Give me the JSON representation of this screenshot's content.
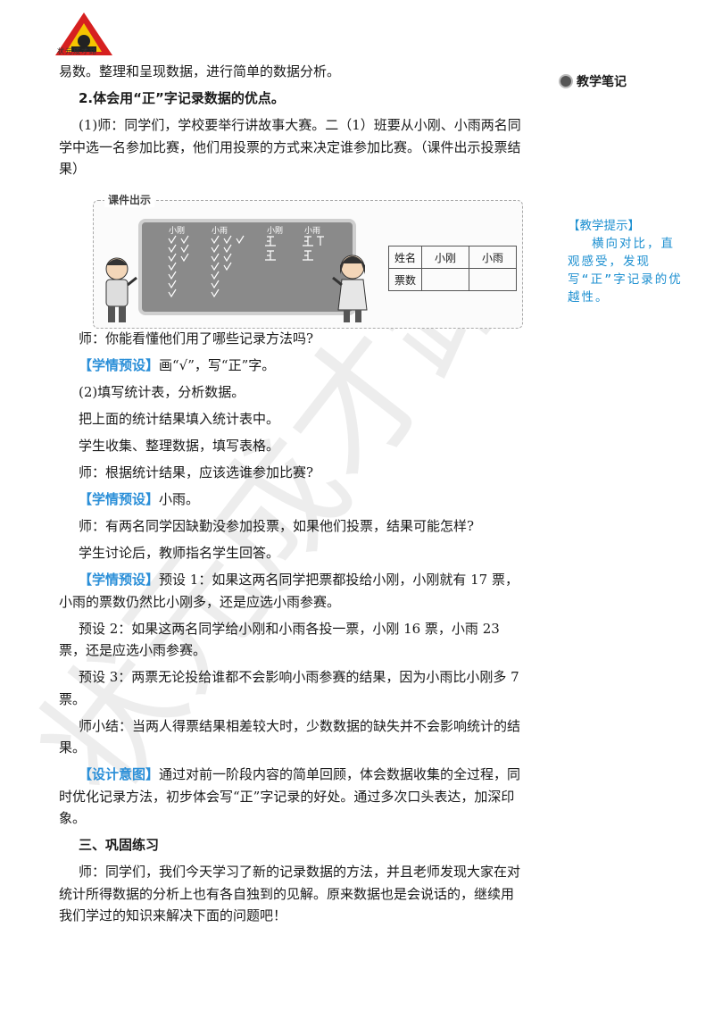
{
  "logo": {
    "text": "状元成才路"
  },
  "sidebar": {
    "title": "教学笔记",
    "tip_label": "【教学提示】",
    "tip_text": "横向对比，直观感受，发现写“正”字记录的优越性。"
  },
  "figure": {
    "label": "课件出示",
    "board_headers": [
      "小刚",
      "小雨",
      "小刚",
      "小雨"
    ],
    "table": {
      "headers": [
        "姓名",
        "小刚",
        "小雨"
      ],
      "row_label": "票数"
    }
  },
  "watermark": "状元成才路",
  "body": {
    "p0": "易数。整理和呈现数据，进行简单的数据分析。",
    "h2": "2.体会用“正”字记录数据的优点。",
    "p1": "(1)师：同学们，学校要举行讲故事大赛。二（1）班要从小刚、小雨两名同学中选一名参加比赛，他们用投票的方式来决定谁参加比赛。（课件出示投票结果）",
    "p2": "师：你能看懂他们用了哪些记录方法吗?",
    "tag_xq": "【学情预设】",
    "p3": "画“√”，写“正”字。",
    "p4": "(2)填写统计表，分析数据。",
    "p5": "把上面的统计结果填入统计表中。",
    "p6": "学生收集、整理数据，填写表格。",
    "p7": "师：根据统计结果，应该选谁参加比赛?",
    "p8": "小雨。",
    "p9": "师：有两名同学因缺勤没参加投票，如果他们投票，结果可能怎样?",
    "p10": "学生讨论后，教师指名学生回答。",
    "p11": "预设 1：如果这两名同学把票都投给小刚，小刚就有 17 票，小雨的票数仍然比小刚多，还是应选小雨参赛。",
    "p12": "预设 2：如果这两名同学给小刚和小雨各投一票，小刚 16 票，小雨 23 票，还是应选小雨参赛。",
    "p13": "预设 3：两票无论投给谁都不会影响小雨参赛的结果，因为小雨比小刚多 7 票。",
    "p14": "师小结：当两人得票结果相差较大时，少数数据的缺失并不会影响统计的结果。",
    "tag_sj": "【设计意图】",
    "p15": "通过对前一阶段内容的简单回顾，体会数据收集的全过程，同时优化记录方法，初步体会写“正”字记录的好处。通过多次口头表达，加深印象。",
    "h3": "三、巩固练习",
    "p16": "师：同学们，我们今天学习了新的记录数据的方法，并且老师发现大家在对统计所得数据的分析上也有各自独到的见解。原来数据也是会说话的，继续用我们学过的知识来解决下面的问题吧！"
  },
  "colors": {
    "accent": "#2b8fd8",
    "logo_red": "#d62020"
  }
}
